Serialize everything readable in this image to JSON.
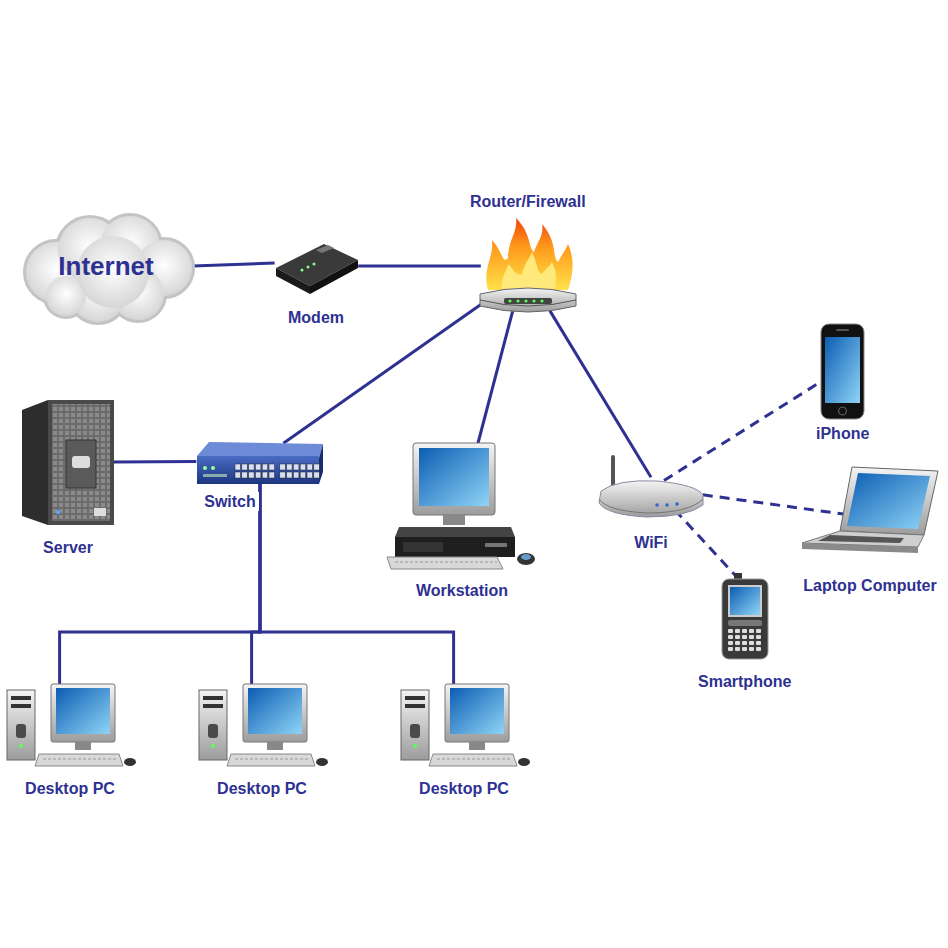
{
  "diagram": {
    "nodes": [
      {
        "text": [
          "Internet"
        ]
      },
      {
        "text": [
          "Modem"
        ]
      },
      {
        "text": [
          "Router/Firewall"
        ]
      },
      {
        "text": [
          "Server"
        ]
      },
      {
        "text": [
          "Switch"
        ]
      },
      {
        "text": [
          "Workstation"
        ]
      },
      {
        "text": [
          "WiFi"
        ]
      },
      {
        "text": [
          "iPhone"
        ]
      },
      {
        "text": [
          "Laptop Computer"
        ]
      },
      {
        "text": [
          "Smartphone"
        ]
      },
      {
        "text": [
          "Desktop PC"
        ]
      },
      {
        "text": [
          "Desktop PC"
        ]
      },
      {
        "text": [
          "Desktop PC"
        ]
      }
    ],
    "edges": [
      {
        "from": 0,
        "to": 1,
        "arrow": "none"
      },
      {
        "from": 1,
        "to": 2,
        "arrow": "none"
      },
      {
        "from": 2,
        "to": 4,
        "arrow": "none"
      },
      {
        "from": 2,
        "to": 5,
        "arrow": "none"
      },
      {
        "from": 2,
        "to": 6,
        "arrow": "none"
      },
      {
        "from": 4,
        "to": 3,
        "arrow": "none"
      },
      {
        "from": 4,
        "to": 10,
        "arrow": "none"
      },
      {
        "from": 4,
        "to": 11,
        "arrow": "none"
      },
      {
        "from": 4,
        "to": 12,
        "arrow": "none"
      },
      {
        "from": 6,
        "to": 7,
        "arrow": "none"
      },
      {
        "from": 6,
        "to": 8,
        "arrow": "none"
      },
      {
        "from": 6,
        "to": 9,
        "arrow": "none"
      }
    ]
  }
}
